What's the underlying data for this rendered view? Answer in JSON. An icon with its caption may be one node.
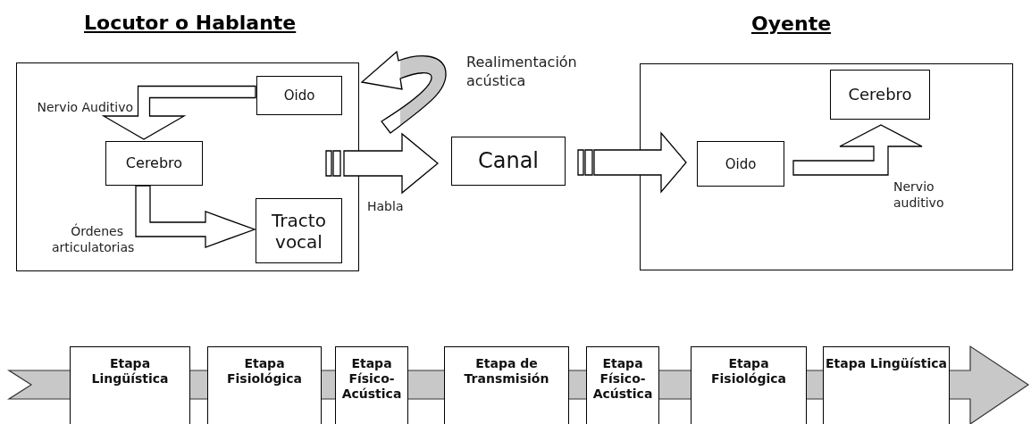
{
  "diagram": {
    "nodes": [
      {
        "text": [
          "Locutor o Hablante"
        ]
      },
      {
        "text": [
          "Oido"
        ],
        "in": 0
      },
      {
        "text": [
          "Cerebro"
        ],
        "in": 0
      },
      {
        "text": [
          "Tracto vocal"
        ],
        "in": 0
      },
      {
        "text": [
          "Canal"
        ]
      },
      {
        "text": [
          "Oyente"
        ]
      },
      {
        "text": [
          "Oido"
        ],
        "in": 5
      },
      {
        "text": [
          "Cerebro"
        ],
        "in": 5
      },
      {
        "text": [
          "Etapa Lingüística"
        ]
      },
      {
        "text": [
          "Etapa Fisiológica"
        ]
      },
      {
        "text": [
          "Etapa Físico-Acústica"
        ]
      },
      {
        "text": [
          "Etapa de Transmisión"
        ]
      },
      {
        "text": [
          "Etapa Físico-Acústica"
        ]
      },
      {
        "text": [
          "Etapa Fisiológica"
        ]
      },
      {
        "text": [
          "Etapa Lingüística"
        ]
      }
    ],
    "edges": [
      {
        "from": 1,
        "to": 2,
        "arrow": "to",
        "label": "Nervio Auditivo"
      },
      {
        "from": 2,
        "to": 3,
        "arrow": "to",
        "label": "Órdenes articulatorias"
      },
      {
        "from": null,
        "to": 0,
        "arrow": "to",
        "label": "Realimentación acústica"
      },
      {
        "from": 0,
        "to": 4,
        "arrow": "to",
        "label": "Habla"
      },
      {
        "from": 4,
        "to": 6,
        "arrow": "to"
      },
      {
        "from": 6,
        "to": 7,
        "arrow": "to",
        "label": "Nervio auditivo"
      }
    ]
  }
}
